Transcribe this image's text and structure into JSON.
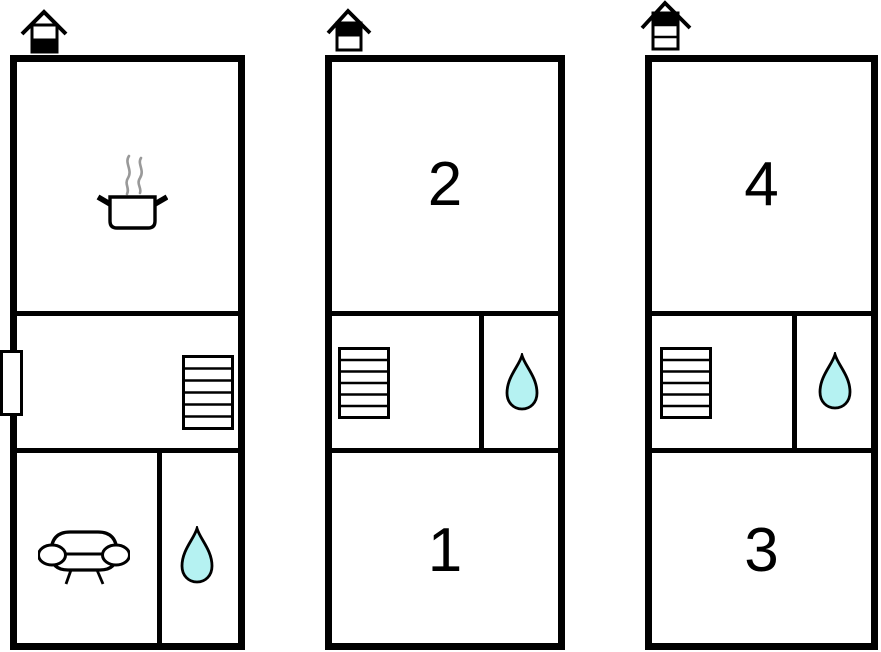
{
  "diagram": {
    "type": "floor-plan",
    "room_labels": {
      "r1": "1",
      "r2": "2",
      "r3": "3",
      "r4": "4"
    },
    "colors": {
      "wall": "#000000",
      "background": "#ffffff",
      "water_drop_fill": "#b5f2f2",
      "steam": "#999999"
    },
    "floors": [
      {
        "position": "left",
        "level_indicator": "house-2-levels-bottom-filled",
        "icons": [
          "hotpot-icon",
          "stairs-icon",
          "sofa-icon",
          "water-drop-icon",
          "entrance-door"
        ],
        "labels": []
      },
      {
        "position": "middle",
        "level_indicator": "house-2-levels-top-filled",
        "icons": [
          "stairs-icon",
          "water-drop-icon"
        ],
        "labels": [
          "2",
          "1"
        ]
      },
      {
        "position": "right",
        "level_indicator": "house-3-levels-top-filled",
        "icons": [
          "stairs-icon",
          "water-drop-icon"
        ],
        "labels": [
          "4",
          "3"
        ]
      }
    ]
  }
}
